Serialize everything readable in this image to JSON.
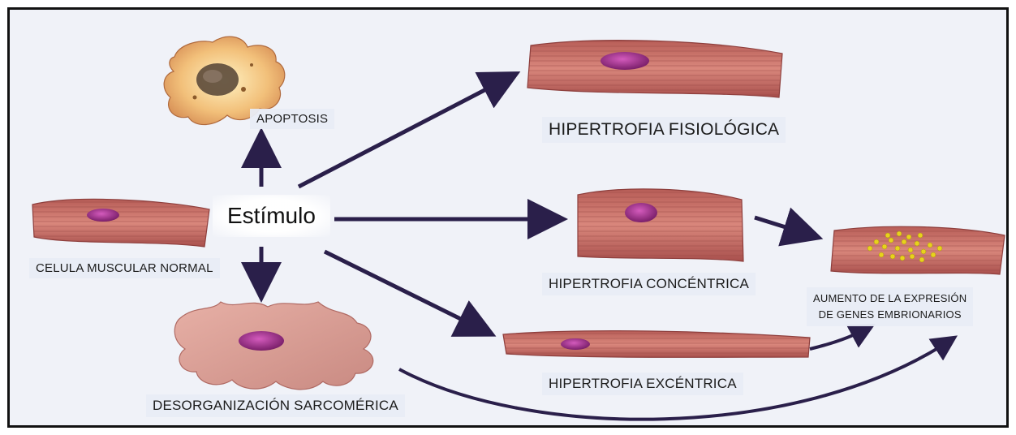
{
  "labels": {
    "stimulus": "Estímulo",
    "normal_cell": "CELULA MUSCULAR NORMAL",
    "apoptosis": "APOPTOSIS",
    "disorganization": "DESORGANIZACIÓN SARCOMÉRICA",
    "physiologic": "HIPERTROFIA FISIOLÓGICA",
    "concentric": "HIPERTROFIA CONCÉNTRICA",
    "eccentric": "HIPERTROFIA EXCÉNTRICA",
    "embryonic_line1": "AUMENTO DE LA EXPRESIÓN",
    "embryonic_line2": "DE GENES EMBRIONARIOS"
  },
  "colors": {
    "arrow": "#2a1f4a",
    "cell_fill": "#c9766d",
    "nucleus": "#9c2b8a",
    "granules": "#e8d21c"
  }
}
